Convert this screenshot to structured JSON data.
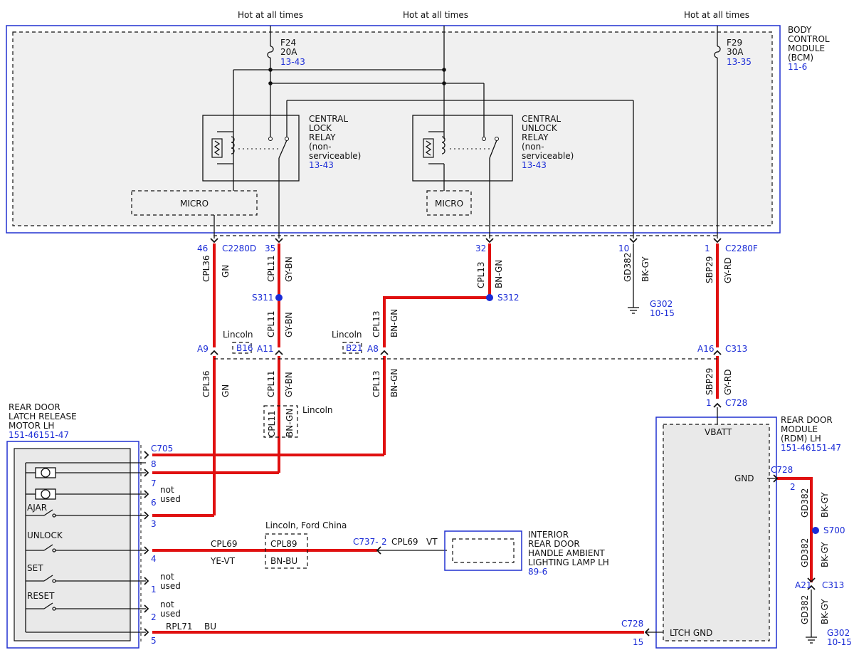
{
  "hot": "Hot at all times",
  "bcm": {
    "l1": "BODY",
    "l2": "CONTROL",
    "l3": "MODULE",
    "l4": "(BCM)",
    "ref": "11-6"
  },
  "f24": {
    "name": "F24",
    "amp": "20A",
    "ref": "13-43"
  },
  "f29": {
    "name": "F29",
    "amp": "30A",
    "ref": "13-35"
  },
  "lockRelay": {
    "l1": "CENTRAL",
    "l2": "LOCK",
    "l3": "RELAY",
    "l4": "(non-",
    "l5": "serviceable)",
    "ref": "13-43"
  },
  "unlockRelay": {
    "l1": "CENTRAL",
    "l2": "UNLOCK",
    "l3": "RELAY",
    "l4": "(non-",
    "l5": "serviceable)",
    "ref": "13-43"
  },
  "micro": "MICRO",
  "c2280d": "C2280D",
  "c2280f": "C2280F",
  "pins": {
    "p46": "46",
    "p35": "35",
    "p32": "32",
    "p10": "10",
    "p1": "1"
  },
  "circuits": {
    "cpl36": "CPL36",
    "cpl11": "CPL11",
    "cpl13": "CPL13",
    "gd382": "GD382",
    "sbp29": "SBP29",
    "cpl69": "CPL69",
    "cpl89": "CPL89",
    "rpl71": "RPL71"
  },
  "colors": {
    "gn": "GN",
    "gybn": "GY-BN",
    "bngn": "BN-GN",
    "bkgy": "BK-GY",
    "gyrd": "GY-RD",
    "yevt": "YE-VT",
    "vt": "VT",
    "bnbu": "BN-BU",
    "bu": "BU"
  },
  "splices": {
    "s311": "S311",
    "s312": "S312",
    "s700": "S700"
  },
  "g302": {
    "name": "G302",
    "ref": "10-15"
  },
  "lincoln": "Lincoln",
  "lincolnFord": "Lincoln, Ford China",
  "c313": {
    "name": "C313",
    "a9": "A9",
    "b16": "B16",
    "a11": "A11",
    "b21": "B21",
    "a8": "A8",
    "a16": "A16",
    "a21": "A21"
  },
  "c728": {
    "name": "C728",
    "p1": "1",
    "p2": "2",
    "p15": "15"
  },
  "c705": {
    "name": "C705",
    "p8": "8",
    "p7": "7",
    "p6": "6",
    "p3": "3",
    "p4": "4",
    "p1": "1",
    "p2": "2",
    "p5": "5"
  },
  "c737": {
    "name": "C737-",
    "pin": "2"
  },
  "latch": {
    "l1": "REAR DOOR",
    "l2": "LATCH RELEASE",
    "l3": "MOTOR LH",
    "ref": "151-46151-47",
    "ajar": "AJAR",
    "unlock": "UNLOCK",
    "set": "SET",
    "reset": "RESET"
  },
  "rdm": {
    "l1": "REAR DOOR",
    "l2": "MODULE",
    "l3": "(RDM) LH",
    "ref": "151-46151-47",
    "vbatt": "VBATT",
    "gnd": "GND",
    "ltch": "LTCH GND"
  },
  "lamp": {
    "l1": "INTERIOR",
    "l2": "REAR DOOR",
    "l3": "HANDLE AMBIENT",
    "l4": "LIGHTING LAMP LH",
    "ref": "89-6"
  },
  "notUsed": {
    "a": "not",
    "b": "used"
  }
}
